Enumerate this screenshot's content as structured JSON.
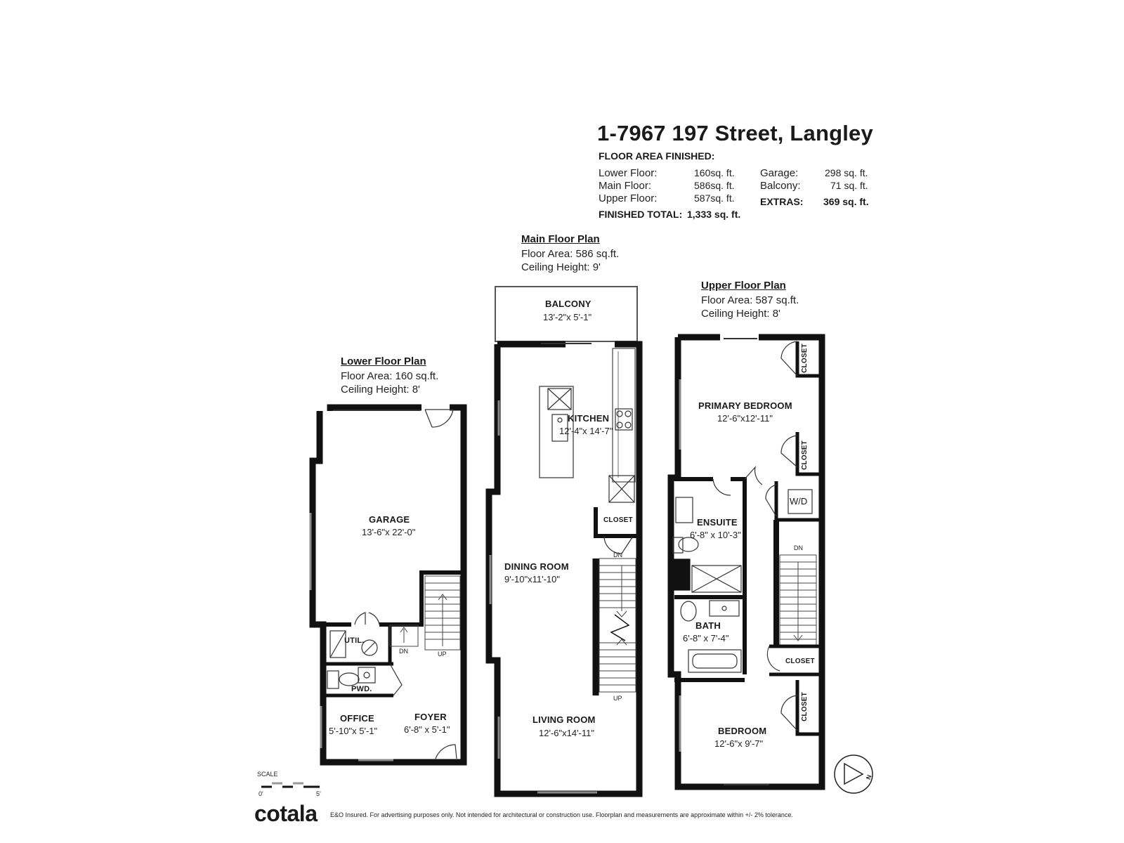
{
  "header": {
    "address": "1-7967 197 Street, Langley",
    "floor_area_heading": "FLOOR AREA FINISHED:",
    "rows": [
      {
        "label": "Lower Floor:",
        "value": "160sq. ft."
      },
      {
        "label": "Main Floor:",
        "value": "586sq. ft."
      },
      {
        "label": "Upper Floor:",
        "value": "587sq. ft."
      }
    ],
    "extras_rows": [
      {
        "label": "Garage:",
        "value": "298 sq. ft."
      },
      {
        "label": "Balcony:",
        "value": "71 sq. ft."
      }
    ],
    "finished_total_label": "FINISHED TOTAL:",
    "finished_total_value": "1,333 sq. ft.",
    "extras_label": "EXTRAS:",
    "extras_value": "369 sq. ft."
  },
  "plans": {
    "lower": {
      "title": "Lower Floor Plan",
      "area": "Floor Area: 160 sq.ft.",
      "ceiling": "Ceiling Height: 8'"
    },
    "main": {
      "title": "Main Floor Plan",
      "area": "Floor Area: 586 sq.ft.",
      "ceiling": "Ceiling Height: 9'"
    },
    "upper": {
      "title": "Upper Floor Plan",
      "area": "Floor Area: 587 sq.ft.",
      "ceiling": "Ceiling Height: 8'"
    }
  },
  "rooms": {
    "garage": {
      "name": "GARAGE",
      "dim": "13'-6\"x 22'-0\""
    },
    "util": {
      "name": "UTIL."
    },
    "pwd": {
      "name": "PWD."
    },
    "office": {
      "name": "OFFICE",
      "dim": "5'-10\"x 5'-1\""
    },
    "foyer": {
      "name": "FOYER",
      "dim": "6'-8\" x 5'-1\""
    },
    "balcony": {
      "name": "BALCONY",
      "dim": "13'-2\"x 5'-1\""
    },
    "kitchen": {
      "name": "KITCHEN",
      "dim": "12'-4\"x 14'-7\""
    },
    "closet_main": {
      "name": "CLOSET"
    },
    "dining": {
      "name": "DINING ROOM",
      "dim": "9'-10\"x11'-10\""
    },
    "living": {
      "name": "LIVING ROOM",
      "dim": "12'-6\"x14'-11\""
    },
    "primary": {
      "name": "PRIMARY BEDROOM",
      "dim": "12'-6\"x12'-11\""
    },
    "closet_u1": {
      "name": "CLOSET"
    },
    "closet_u2": {
      "name": "CLOSET"
    },
    "wd": {
      "name": "W/D"
    },
    "ensuite": {
      "name": "ENSUITE",
      "dim": "6'-8\" x 10'-3\""
    },
    "bath": {
      "name": "BATH",
      "dim": "6'-8\" x 7'-4\""
    },
    "closet_u3": {
      "name": "CLOSET"
    },
    "closet_u4": {
      "name": "CLOSET"
    },
    "bedroom": {
      "name": "BEDROOM",
      "dim": "12'-6\"x 9'-7\""
    }
  },
  "stairs": {
    "lower_dn": "DN",
    "lower_up": "UP",
    "main_dn": "DN",
    "main_up": "UP",
    "upper_dn": "DN"
  },
  "scale": {
    "label": "SCALE",
    "zero": "0'",
    "five": "5'"
  },
  "compass": {
    "letter": "N"
  },
  "footer": {
    "brand": "cotala",
    "disclaimer": "E&O Insured. For advertising purposes only. Not intended for architectural or construction use. Floorplan and measurements are approximate within +/- 2% tolerance."
  },
  "colors": {
    "wall": "#111111",
    "line": "#333333"
  }
}
